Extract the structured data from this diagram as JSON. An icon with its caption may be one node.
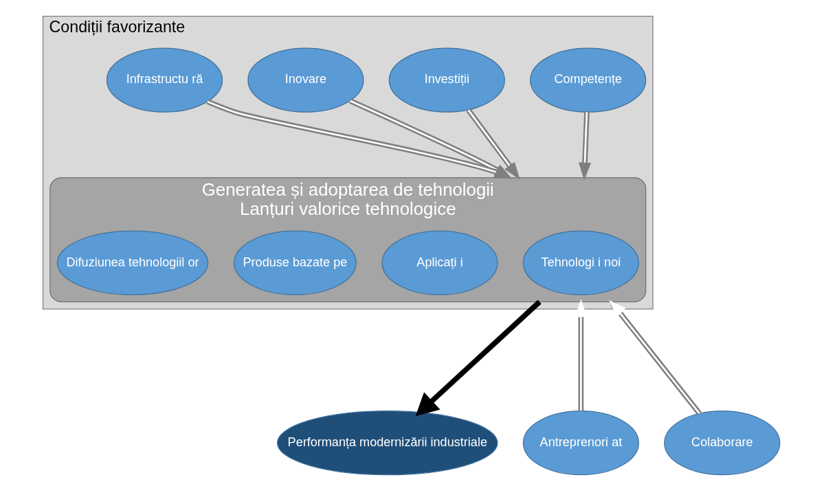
{
  "diagram": {
    "nodes": [
      {
        "text": [
          "Condiții favorizante"
        ]
      },
      {
        "text": [
          "Competențe"
        ],
        "in": 0
      },
      {
        "text": [
          "Investiții"
        ],
        "in": 0
      },
      {
        "text": [
          "Generatea și adoptarea de tehnologii",
          "Lanțuri valorice tehnologice"
        ],
        "in": 0
      },
      {
        "text": [
          "Inovare"
        ],
        "in": 0
      },
      {
        "text": [
          "Tehnologi i noi"
        ],
        "in": 3
      },
      {
        "text": [
          "Aplicați i"
        ],
        "in": 3
      },
      {
        "text": [
          "Infrastructu ră"
        ],
        "in": 0
      },
      {
        "text": [
          "Produse bazate pe"
        ],
        "in": 3
      },
      {
        "text": [
          "Difuziunea tehnologiil or"
        ],
        "in": 3
      },
      {
        "text": [
          "Performanța modernizării industriale"
        ]
      },
      {
        "text": [
          "Antreprenori at"
        ]
      },
      {
        "text": [
          "Colaborare"
        ]
      }
    ],
    "edges": [
      {
        "from": 1,
        "to": 3,
        "arrow": "to"
      },
      {
        "from": 2,
        "to": 3,
        "arrow": "to"
      },
      {
        "from": 4,
        "to": 3,
        "arrow": "to"
      },
      {
        "from": 7,
        "to": 3,
        "arrow": "to"
      },
      {
        "from": 11,
        "to": 3,
        "arrow": "to"
      },
      {
        "from": 12,
        "to": 3,
        "arrow": "to"
      },
      {
        "from": 3,
        "to": 10,
        "arrow": "to",
        "style": "thick",
        "color": "#000000"
      }
    ]
  }
}
